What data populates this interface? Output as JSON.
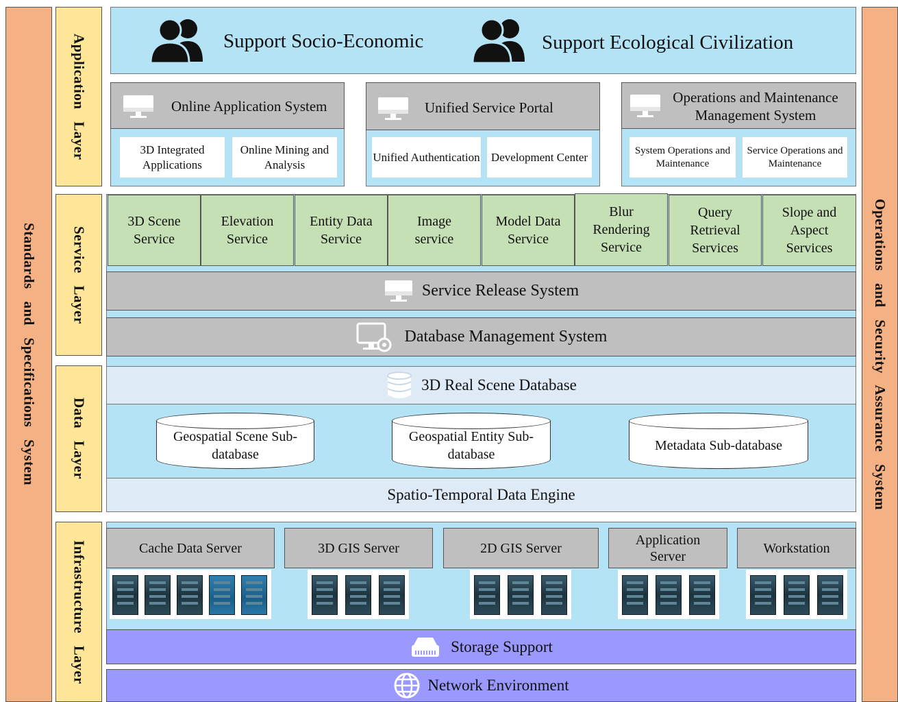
{
  "left_bar": "Standards and Specifications System",
  "right_bar": "Operations and Security Assurance System",
  "layers": {
    "application": "Application Layer",
    "service": "Service Layer",
    "data": "Data Layer",
    "infrastructure": "Infrastructure Layer"
  },
  "support": {
    "left": "Support Socio-Economic",
    "right": "Support Ecological Civilization"
  },
  "app_systems": [
    {
      "title": "Online Application System",
      "items": [
        "3D Integrated Applications",
        "Online Mining and Analysis"
      ]
    },
    {
      "title": "Unified Service Portal",
      "items": [
        "Unified Authentication",
        "Development Center"
      ]
    },
    {
      "title": "Operations and Maintenance Management System",
      "items": [
        "System Operations and Maintenance",
        "Service Operations and Maintenance"
      ]
    }
  ],
  "services": [
    "3D Scene Service",
    "Elevation Service",
    "Entity Data Service",
    "Image service",
    "Model Data Service",
    "Blur Rendering Service",
    "Query Retrieval Services",
    "Slope and Aspect Services"
  ],
  "service_release": "Service Release System",
  "db_management": "Database Management System",
  "real_scene_db": "3D Real Scene Database",
  "sub_databases": [
    "Geospatial Scene Sub-database",
    "Geospatial Entity Sub-database",
    "Metadata Sub-database"
  ],
  "data_engine": "Spatio-Temporal Data Engine",
  "servers": [
    {
      "title": "Cache Data Server",
      "racks": 5
    },
    {
      "title": "3D GIS Server",
      "racks": 3
    },
    {
      "title": "2D GIS Server",
      "racks": 3
    },
    {
      "title": "Application Server",
      "racks": 3
    },
    {
      "title": "Workstation",
      "racks": 3
    }
  ],
  "storage": "Storage Support",
  "network": "Network Environment",
  "icons": [
    "users-icon",
    "monitor-icon",
    "monitor-gear-icon",
    "database-icon",
    "storage-icon",
    "globe-icon",
    "server-rack-icon"
  ],
  "colors": {
    "side_bar": "#f4b183",
    "layer_label": "#ffe699",
    "panel_blue": "#b4e3f5",
    "header_gray": "#bfbfbf",
    "service_green": "#c5e0b4",
    "light_bar": "#deebf7",
    "purple_bar": "#9999ff"
  }
}
